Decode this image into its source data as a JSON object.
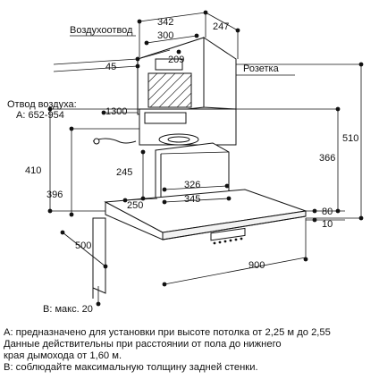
{
  "labels": {
    "air_outlet": "Воздухоотвод",
    "socket": "Розетка",
    "air_exhaust_title": "Отвод воздуха:",
    "air_exhaust_range": "A: 652-954",
    "b_max": "B: макс. 20"
  },
  "dimensions": {
    "d342": "342",
    "d247": "247",
    "d300": "300",
    "d209": "209",
    "d45": "45",
    "d1300": "1300",
    "d510": "510",
    "d366": "366",
    "d410": "410",
    "d245": "245",
    "d396": "396",
    "d326": "326",
    "d345": "345",
    "d250": "250",
    "d80": "80",
    "d10": "10",
    "d500": "500",
    "d900": "900"
  },
  "notes": [
    "A: предназначено для установки при высоте потолка от 2,25 м до 2,55",
    "Данные действительны при расстоянии от пола до нижнего",
    "края дымохода от 1,60 м.",
    "B: соблюдайте максимальную толщину задней стенки."
  ]
}
